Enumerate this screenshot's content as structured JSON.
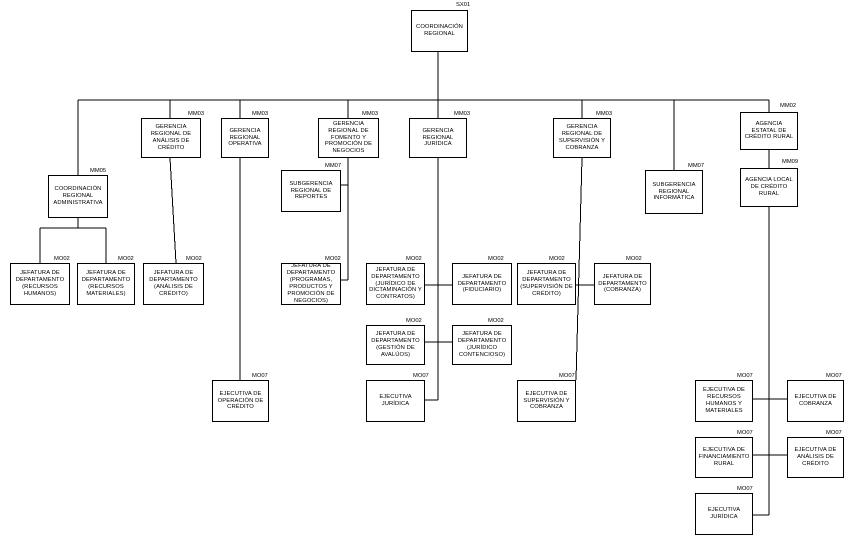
{
  "org_chart": {
    "nodes": [
      {
        "id": "root",
        "code": "SX01",
        "label": "Coordinación Regional"
      },
      {
        "id": "ger-analisis",
        "code": "MM03",
        "label": "Gerencia Regional de Análisis de Crédito"
      },
      {
        "id": "ger-operativa",
        "code": "MM03",
        "label": "Gerencia Regional Operativa"
      },
      {
        "id": "ger-fomento",
        "code": "MM03",
        "label": "Gerencia Regional de Fomento y Promoción de Negocios"
      },
      {
        "id": "ger-juridica",
        "code": "MM03",
        "label": "Gerencia Regional Jurídica"
      },
      {
        "id": "ger-supervision",
        "code": "MM03",
        "label": "Gerencia Regional de Supervisión y Cobranza"
      },
      {
        "id": "agencia-estatal",
        "code": "MM02",
        "label": "Agencia Estatal de Crédito Rural"
      },
      {
        "id": "coord-admin",
        "code": "MM05",
        "label": "Coordinación Regional Administrativa"
      },
      {
        "id": "sub-reportes",
        "code": "MM07",
        "label": "Subgerencia Regional de Reportes"
      },
      {
        "id": "sub-informatica",
        "code": "MM07",
        "label": "Subgerencia Regional Informática"
      },
      {
        "id": "agencia-local",
        "code": "MM09",
        "label": "Agencia Local de Crédito Rural"
      },
      {
        "id": "jd-rh",
        "code": "MO02",
        "label": "Jefatura de Departamento (Recursos Humanos)"
      },
      {
        "id": "jd-rm",
        "code": "MO02",
        "label": "Jefatura de Departamento (Recursos Materiales)"
      },
      {
        "id": "jd-analisis",
        "code": "MO02",
        "label": "Jefatura de Departamento (Análisis de Crédito)"
      },
      {
        "id": "jd-programas",
        "code": "MO02",
        "label": "Jefatura de Departamento (Programas, Productos y Promoción de Negocios)"
      },
      {
        "id": "jd-dictaminacion",
        "code": "MO02",
        "label": "Jefatura de Departamento (Jurídico de Dictaminación y Contratos)"
      },
      {
        "id": "jd-fiduciario",
        "code": "MO02",
        "label": "Jefatura de Departamento (Fiduciario)"
      },
      {
        "id": "jd-supervision",
        "code": "MO02",
        "label": "Jefatura de Departamento (Supervisión de Crédito)"
      },
      {
        "id": "jd-cobranza",
        "code": "MO02",
        "label": "Jefatura de Departamento (Cobranza)"
      },
      {
        "id": "jd-avaluos",
        "code": "MO02",
        "label": "Jefatura de Departamento (Gestión de Avalúos)"
      },
      {
        "id": "jd-contencioso",
        "code": "MO02",
        "label": "Jefatura de Departamento (Jurídico Contencioso)"
      },
      {
        "id": "ej-operacion",
        "code": "MO07",
        "label": "Ejecutiva de Operación de Crédito"
      },
      {
        "id": "ej-juridica",
        "code": "MO07",
        "label": "Ejecutiva Jurídica"
      },
      {
        "id": "ej-supervision",
        "code": "MO07",
        "label": "Ejecutiva de Supervisión y Cobranza"
      },
      {
        "id": "ej-rh-rm",
        "code": "MO07",
        "label": "Ejecutiva de Recursos Humanos y Materiales"
      },
      {
        "id": "ej-cobranza",
        "code": "MO07",
        "label": "Ejecutiva de Cobranza"
      },
      {
        "id": "ej-financiamiento",
        "code": "MO07",
        "label": "Ejecutiva de Financiamiento Rural"
      },
      {
        "id": "ej-analisis",
        "code": "MO07",
        "label": "Ejecutiva de Análisis de Crédito"
      },
      {
        "id": "ej-juridica-local",
        "code": "MO07",
        "label": "Ejecutiva Jurídica"
      }
    ]
  }
}
